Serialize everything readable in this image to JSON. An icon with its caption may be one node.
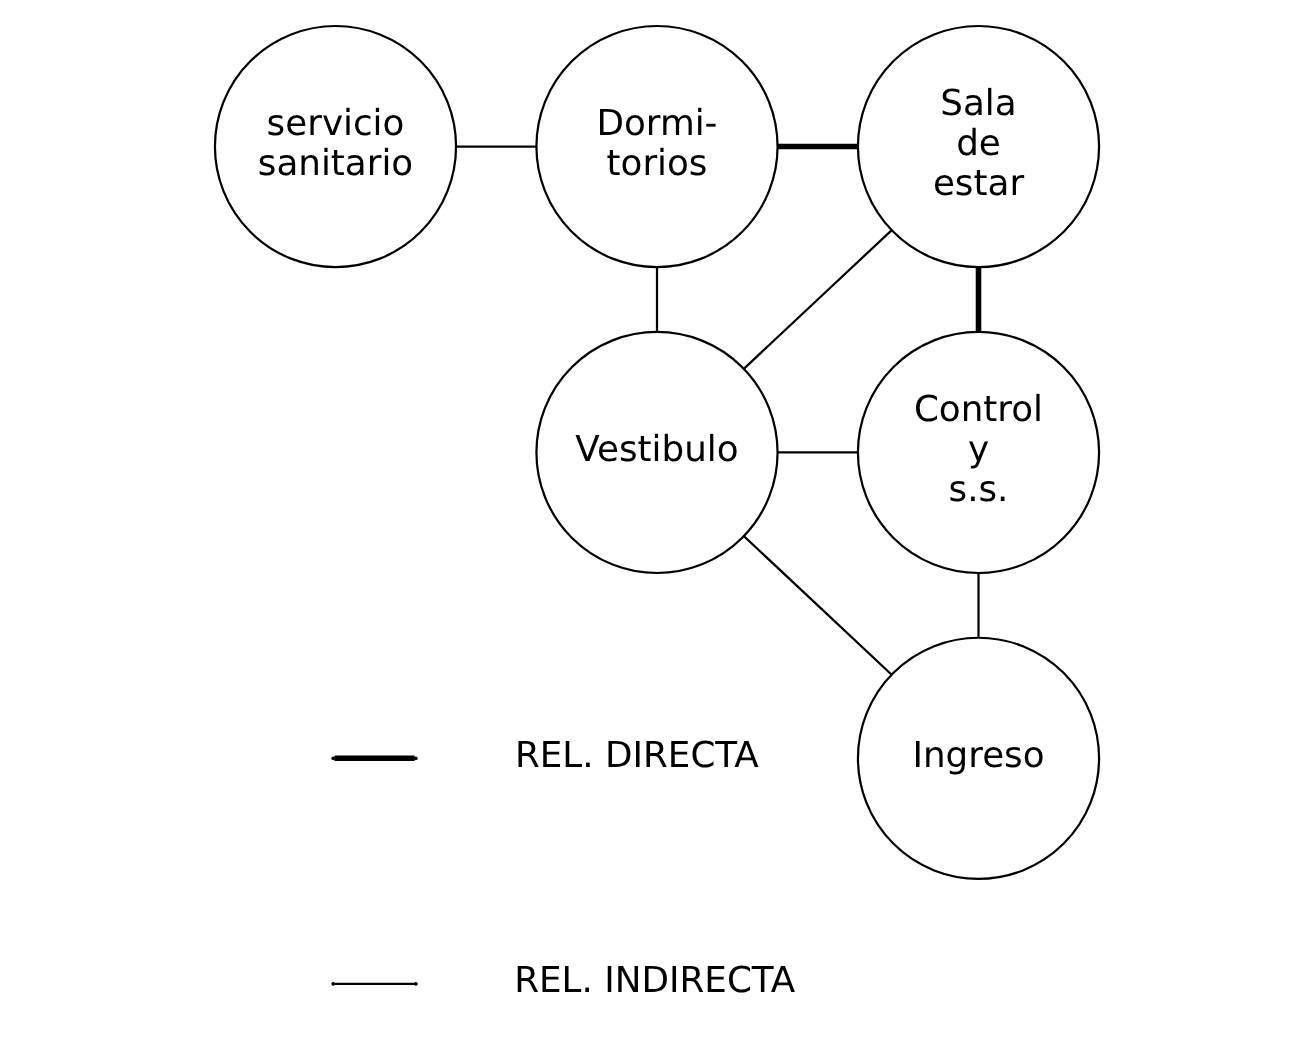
{
  "diagram": {
    "nodes": [
      {
        "text": [
          "servicio sanitario"
        ]
      },
      {
        "text": [
          "Dormi- torios"
        ]
      },
      {
        "text": [
          "Sala de estar"
        ]
      },
      {
        "text": [
          "Vestibulo"
        ]
      },
      {
        "text": [
          "Control y s.s."
        ]
      },
      {
        "text": [
          "Ingreso"
        ]
      }
    ],
    "edges": [
      {
        "from": 0,
        "to": 1,
        "arrow": "none"
      },
      {
        "from": 1,
        "to": 2,
        "arrow": "none",
        "style": "thick"
      },
      {
        "from": 1,
        "to": 3,
        "arrow": "none"
      },
      {
        "from": 2,
        "to": 3,
        "arrow": "none"
      },
      {
        "from": 2,
        "to": 4,
        "arrow": "none",
        "style": "thick"
      },
      {
        "from": 3,
        "to": 4,
        "arrow": "none"
      },
      {
        "from": 3,
        "to": 5,
        "arrow": "none"
      },
      {
        "from": 5,
        "to": 4,
        "arrow": "none"
      }
    ],
    "legend": [
      {
        "text": "REL. DIRECTA"
      },
      {
        "text": "REL. INDIRECTA"
      }
    ]
  }
}
